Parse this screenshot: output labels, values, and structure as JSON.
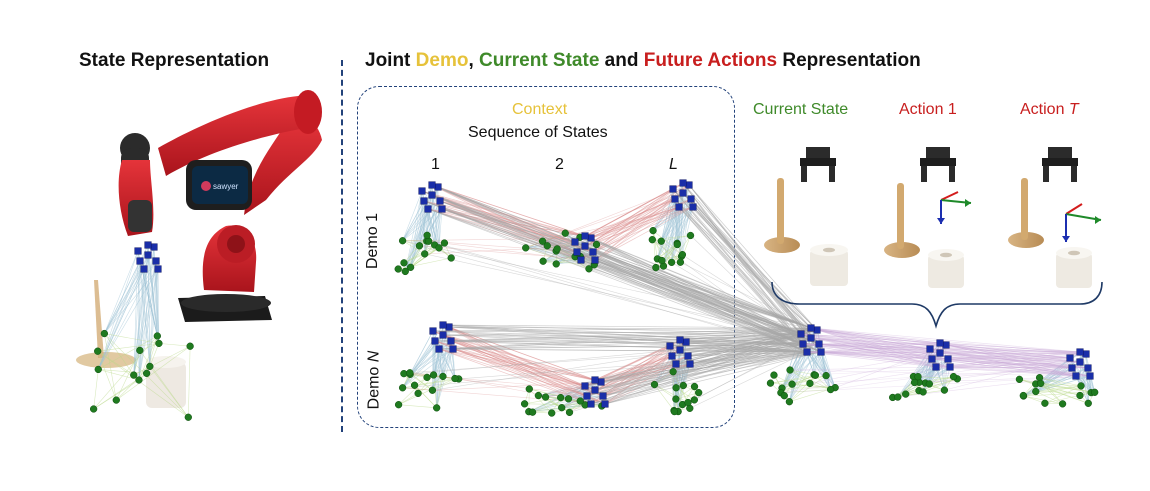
{
  "left_title": "State Representation",
  "right_title": {
    "part1": "Joint ",
    "demo": "Demo",
    "sep": ", ",
    "current": "Current State",
    "and": " and ",
    "future": "Future Actions",
    "rep": " Representation"
  },
  "context": {
    "label": "Context",
    "subtitle": "Sequence of States",
    "state_labels": [
      "1",
      "2",
      "L"
    ]
  },
  "demos": {
    "demo_1": {
      "prefix": "Demo ",
      "index": "1"
    },
    "demo_n": {
      "prefix": "Demo ",
      "index": "N"
    }
  },
  "columns": {
    "current_state": "Current State",
    "action_1": "Action 1",
    "action_t_prefix": "Action ",
    "action_t_index": "T"
  },
  "robot_screen_text": "sawyer",
  "colors": {
    "demo": "#e6c23a",
    "current": "#3f8a2a",
    "future": "#c81e1e",
    "gripper_node": "#1a2ea8",
    "object_node": "#1f7a1f",
    "edge": "#b5b5b5",
    "frame_dashed": "#22427a",
    "robot_red": "#c8202a"
  }
}
